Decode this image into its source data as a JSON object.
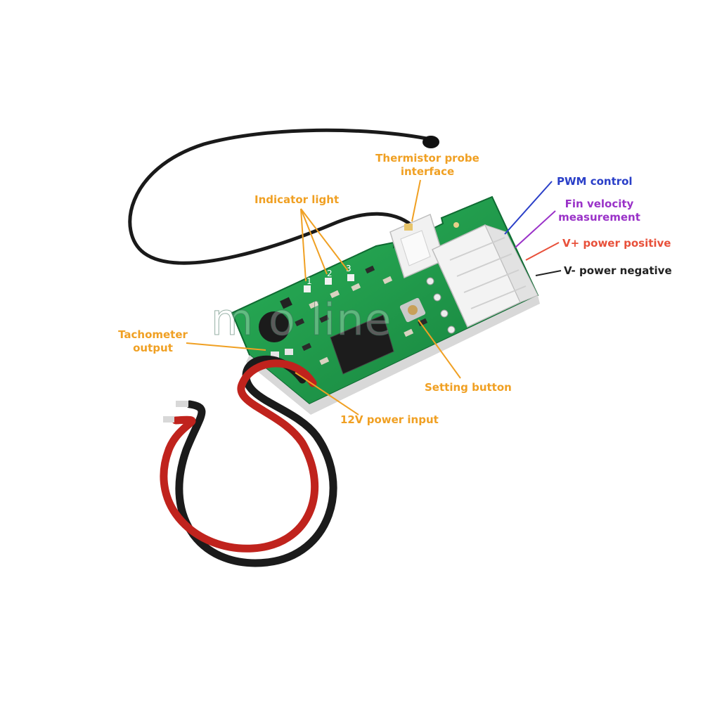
{
  "labels": {
    "thermistor_line1": "Thermistor probe",
    "thermistor_line2": "interface",
    "indicator_light": "Indicator light",
    "pwm_control": "PWM control",
    "fin_velocity_line1": "Fin velocity",
    "fin_velocity_line2": "measurement",
    "v_plus": "V+ power positive",
    "v_minus": "V- power negative",
    "tachometer_line1": "Tachometer",
    "tachometer_line2": "output",
    "setting_button": "Setting button",
    "power_input": "12V power input"
  },
  "led_numbers": [
    "1",
    "2",
    "3"
  ],
  "watermark": "m        o   line",
  "colors": {
    "label_orange": "#f0a023",
    "pwm_blue": "#2a3fc8",
    "fin_purple": "#9a32c8",
    "vplus_red": "#e8503a",
    "vminus_black": "#222222",
    "pcb_green": "#1f9a4a"
  }
}
